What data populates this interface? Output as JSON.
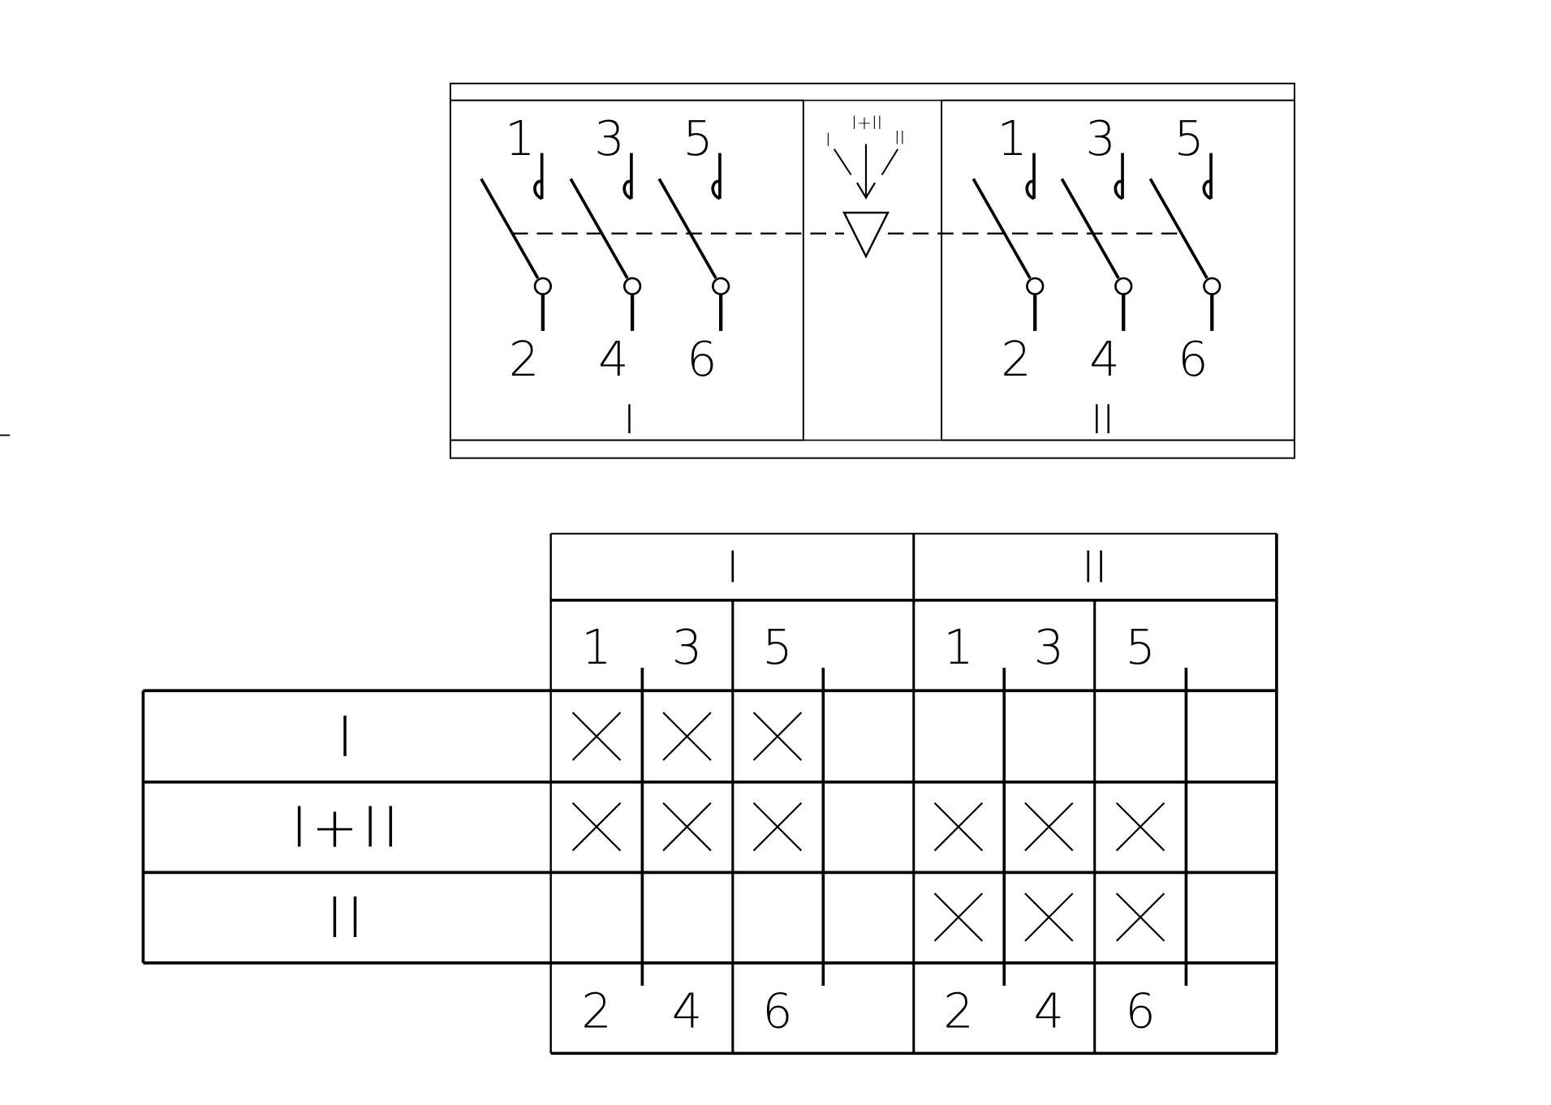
{
  "switch_diagram": {
    "groups": [
      {
        "label": "I",
        "top_terminals": [
          "1",
          "3",
          "5"
        ],
        "bottom_terminals": [
          "2",
          "4",
          "6"
        ]
      },
      {
        "label": "II",
        "top_terminals": [
          "1",
          "3",
          "5"
        ],
        "bottom_terminals": [
          "2",
          "4",
          "6"
        ]
      }
    ],
    "selector": {
      "left": "I",
      "center": "I+II",
      "right": "II"
    }
  },
  "contact_table": {
    "group_headers": [
      "I",
      "II"
    ],
    "top_terminals": [
      "1",
      "3",
      "5",
      "1",
      "3",
      "5"
    ],
    "bottom_terminals": [
      "2",
      "4",
      "6",
      "2",
      "4",
      "6"
    ],
    "rows": [
      {
        "position": "I",
        "closed": [
          true,
          true,
          true,
          false,
          false,
          false
        ]
      },
      {
        "position": "I+II",
        "closed": [
          true,
          true,
          true,
          true,
          true,
          true
        ]
      },
      {
        "position": "II",
        "closed": [
          false,
          false,
          false,
          true,
          true,
          true
        ]
      }
    ]
  }
}
